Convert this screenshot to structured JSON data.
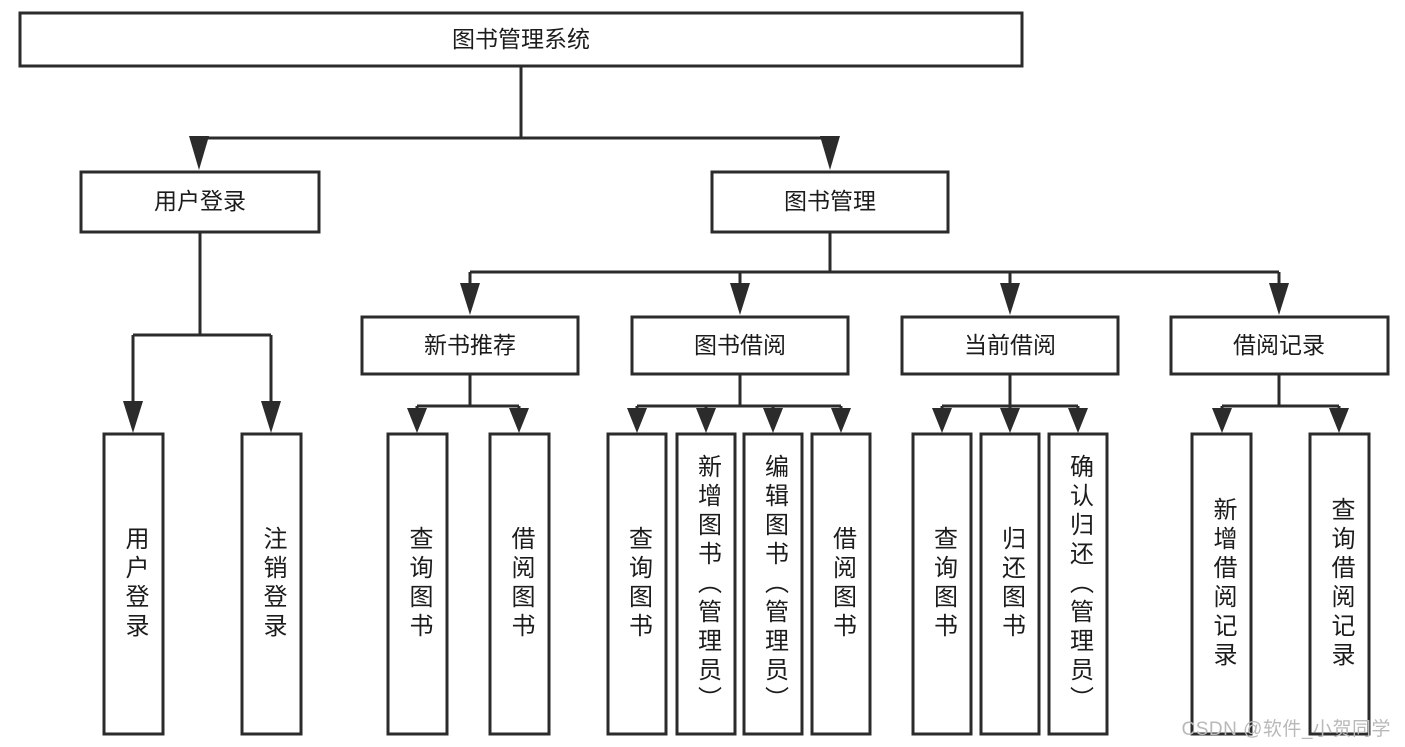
{
  "diagram": {
    "type": "tree-hierarchy",
    "title": "图书管理系统",
    "orientation": "top-down",
    "colors": {
      "stroke": "#2b2b2b",
      "fill": "#ffffff",
      "text": "#1c1c1c",
      "watermark": "#b9b9b9"
    },
    "root": {
      "label": "图书管理系统"
    },
    "level2": [
      {
        "label": "用户登录"
      },
      {
        "label": "图书管理"
      }
    ],
    "level3": [
      {
        "label": "新书推荐"
      },
      {
        "label": "图书借阅"
      },
      {
        "label": "当前借阅"
      },
      {
        "label": "借阅记录"
      }
    ],
    "leaves": {
      "user_login": [
        {
          "label": "用户登录"
        },
        {
          "label": "注销登录"
        }
      ],
      "new_book_recommend": [
        {
          "label": "查询图书"
        },
        {
          "label": "借阅图书"
        }
      ],
      "book_borrow": [
        {
          "label": "查询图书"
        },
        {
          "label": "新增图书（管理员）"
        },
        {
          "label": "编辑图书（管理员）"
        },
        {
          "label": "借阅图书"
        }
      ],
      "current_borrow": [
        {
          "label": "查询图书"
        },
        {
          "label": "归还图书"
        },
        {
          "label": "确认归还（管理员）"
        }
      ],
      "borrow_record": [
        {
          "label": "新增借阅记录"
        },
        {
          "label": "查询借阅记录"
        }
      ]
    }
  },
  "watermark": {
    "text": "CSDN @软件_小贺同学"
  }
}
